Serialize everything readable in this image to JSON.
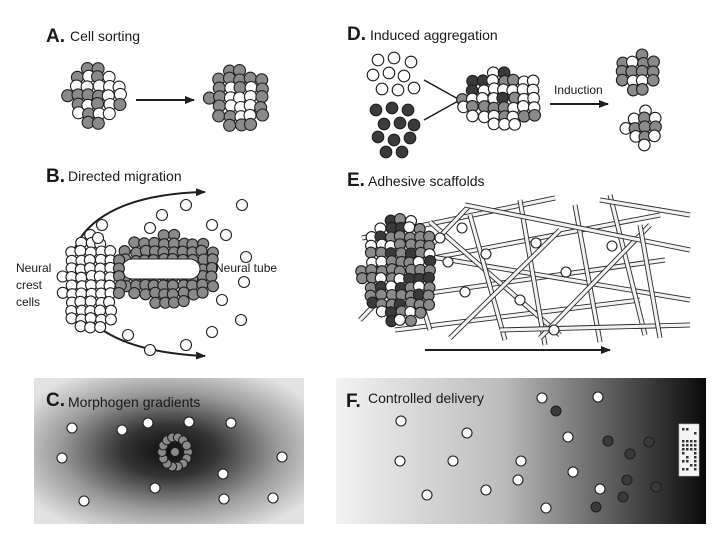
{
  "panels": {
    "a": {
      "letter": "A.",
      "title": "Cell sorting"
    },
    "b": {
      "letter": "B.",
      "title": "Directed migration",
      "label_neural_crest": [
        "Neural",
        "crest",
        "cells"
      ],
      "label_neural_tube": "Neural tube"
    },
    "c": {
      "letter": "C.",
      "title": "Morphogen gradients"
    },
    "d": {
      "letter": "D.",
      "title": "Induced aggregation",
      "label_induction": "Induction"
    },
    "e": {
      "letter": "E.",
      "title": "Adhesive scaffolds"
    },
    "f": {
      "letter": "F.",
      "title": "Controlled delivery"
    }
  },
  "colors": {
    "cell_light": "#ffffff",
    "cell_gray": "#8a8a8a",
    "cell_dark": "#3a3a3a",
    "outline": "#1f1f1f",
    "scaffold_rod": "#f2f2f2"
  }
}
